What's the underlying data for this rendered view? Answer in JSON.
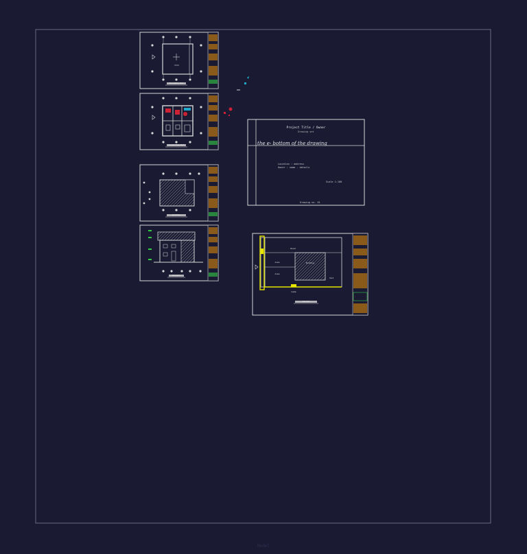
{
  "app": {
    "background": "#1a1a33",
    "line_color": "#d8d8d8",
    "title_block_color": "#8a5a1a",
    "accent_yellow": "#e6e600",
    "accent_red": "#cc2233",
    "accent_cyan": "#22aacc",
    "accent_green": "#33cc44"
  },
  "sheets": [
    {
      "id": "sheet-1",
      "caption": "Foundation Plan"
    },
    {
      "id": "sheet-2",
      "caption": "Ground Floor Plan"
    },
    {
      "id": "sheet-3",
      "caption": "Roof Plan"
    },
    {
      "id": "sheet-4",
      "caption": "Elevation"
    },
    {
      "id": "sheet-5",
      "caption": "Site Plan"
    }
  ],
  "cover": {
    "heading": "Project Title / Owner",
    "subheading": "Drawing set",
    "handwritten": "the e- bottom of the drawing",
    "info_lines": [
      "Location : address",
      "Owner : name - details"
    ],
    "note": "Scale 1:100",
    "footer": "Drawing no. 01"
  },
  "site": {
    "labels": [
      "Road",
      "Area",
      "Area",
      "Building",
      "Yard",
      "Gate"
    ]
  },
  "status": {
    "text": "Model"
  }
}
